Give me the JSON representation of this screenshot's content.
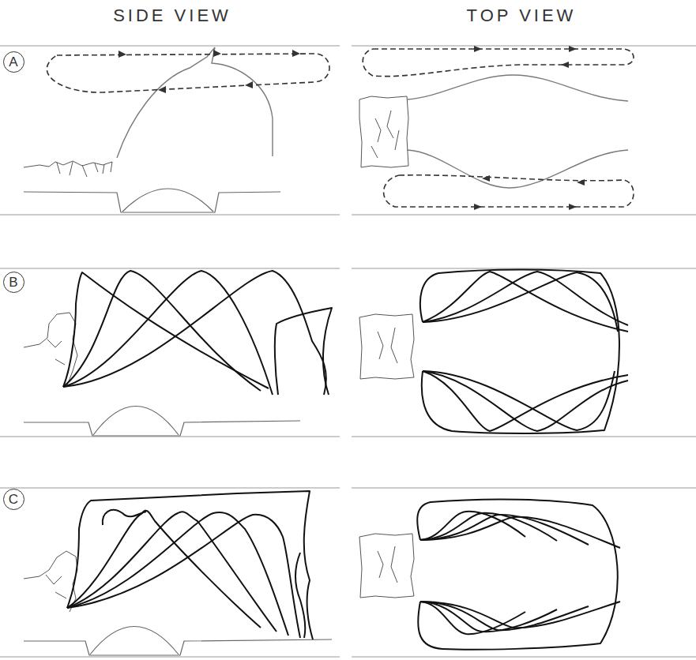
{
  "diagram": {
    "nodes": [
      {
        "text": [
          "A"
        ]
      },
      {
        "text": [
          "B"
        ]
      },
      {
        "text": [
          "C"
        ]
      }
    ],
    "labels": [
      "SIDE VIEW",
      "TOP VIEW"
    ]
  }
}
